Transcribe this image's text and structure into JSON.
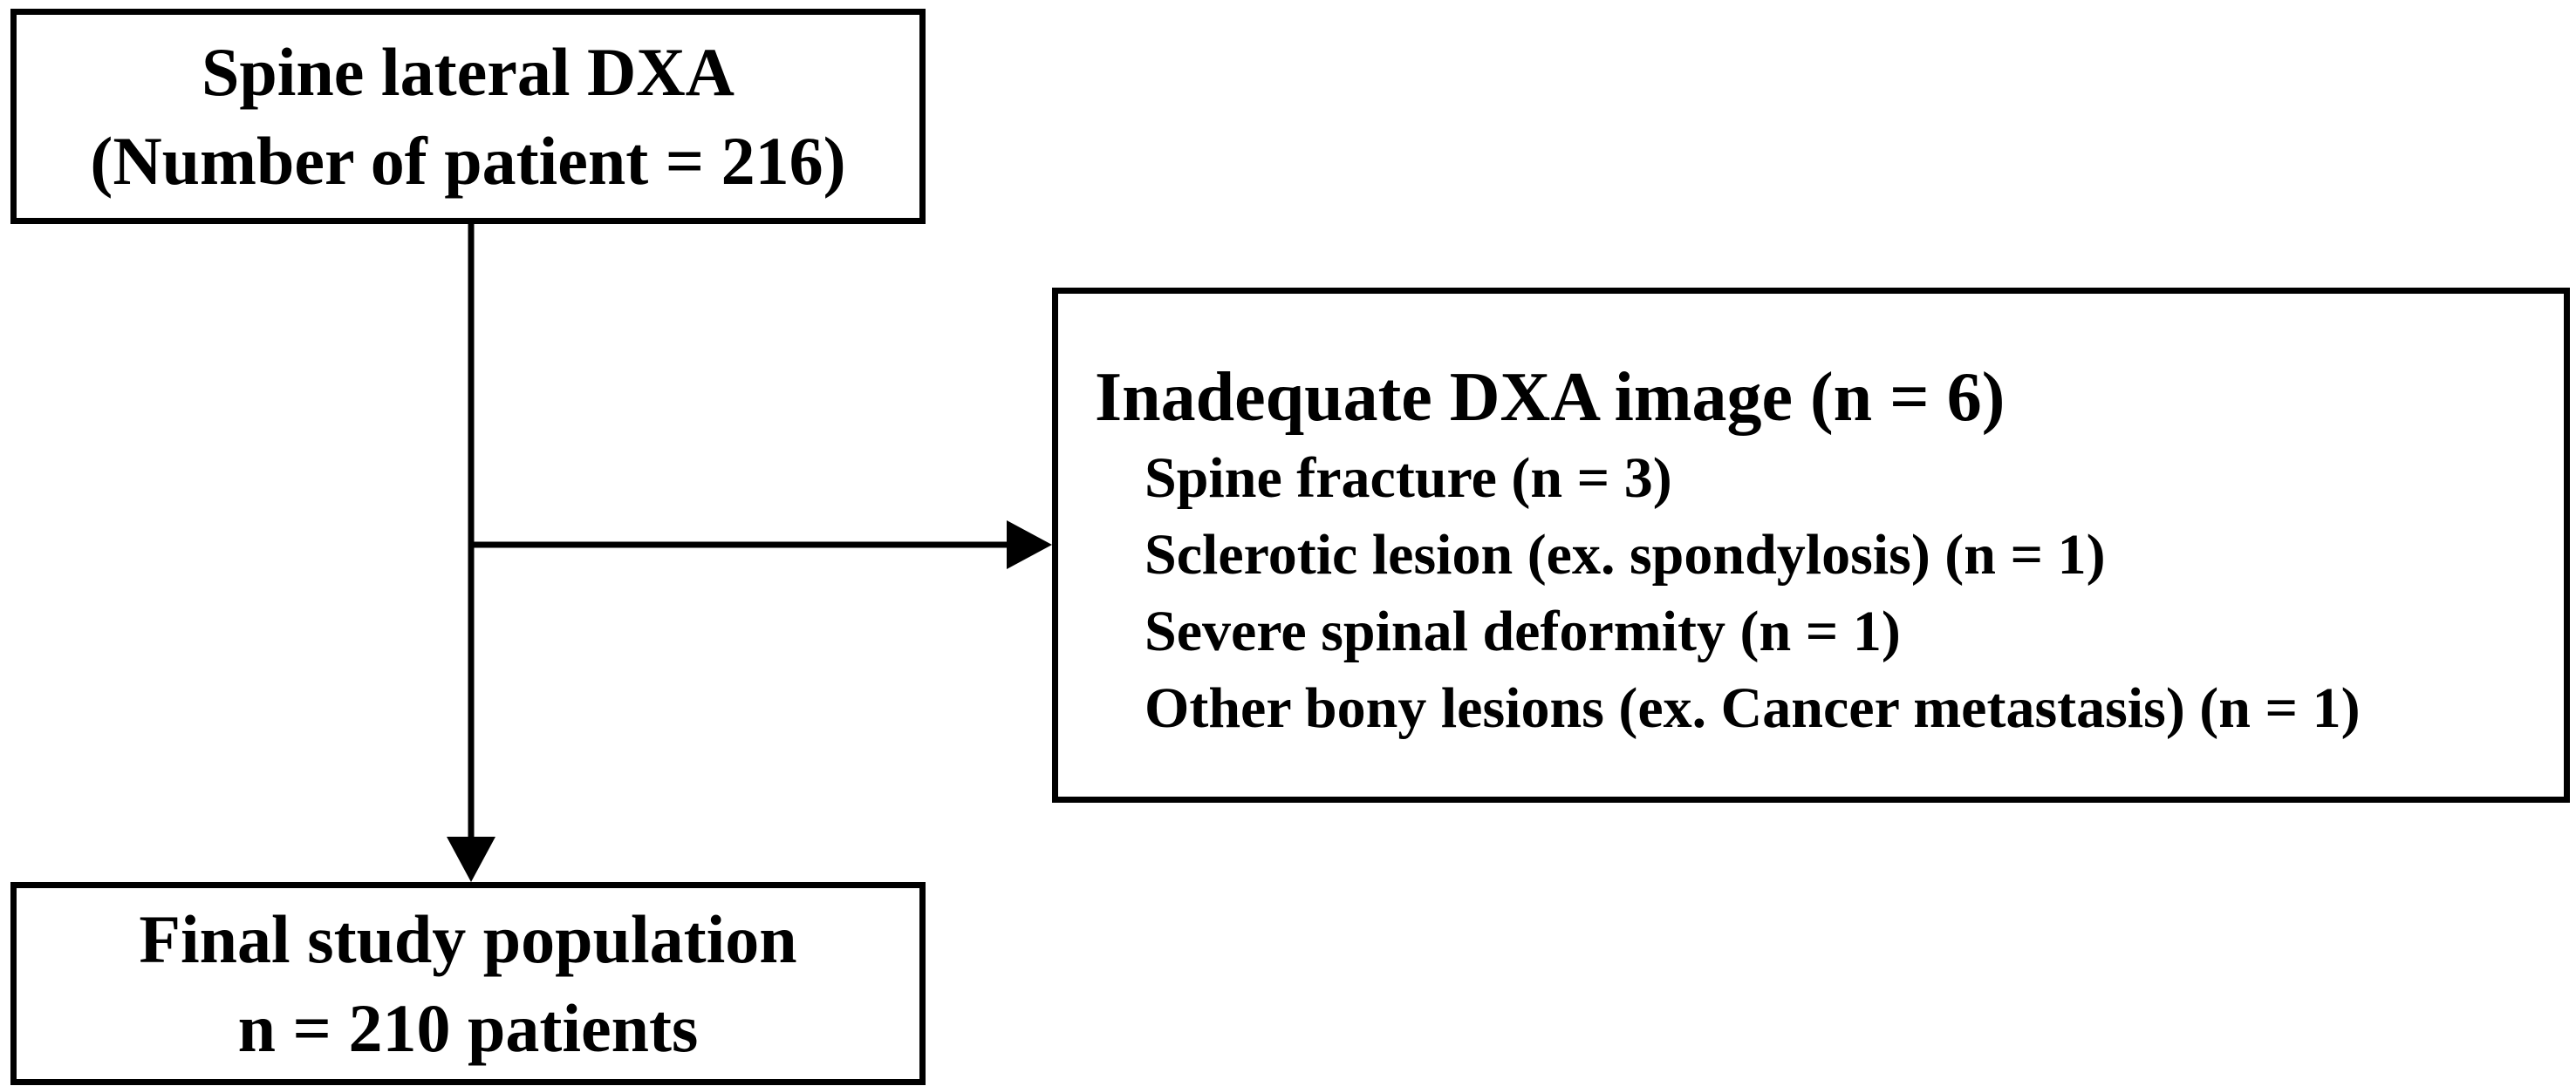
{
  "top_box": {
    "line1": "Spine lateral DXA",
    "line2": "(Number of patient = 216)"
  },
  "exclusion_box": {
    "title": "Inadequate DXA image (n = 6)",
    "items": [
      "Spine fracture (n = 3)",
      "Sclerotic lesion (ex. spondylosis) (n = 1)",
      "Severe spinal deformity (n = 1)",
      "Other bony lesions (ex. Cancer metastasis) (n = 1)"
    ]
  },
  "bottom_box": {
    "line1": "Final study population",
    "line2": "n = 210 patients"
  },
  "colors": {
    "stroke": "#000000",
    "background": "#ffffff"
  }
}
